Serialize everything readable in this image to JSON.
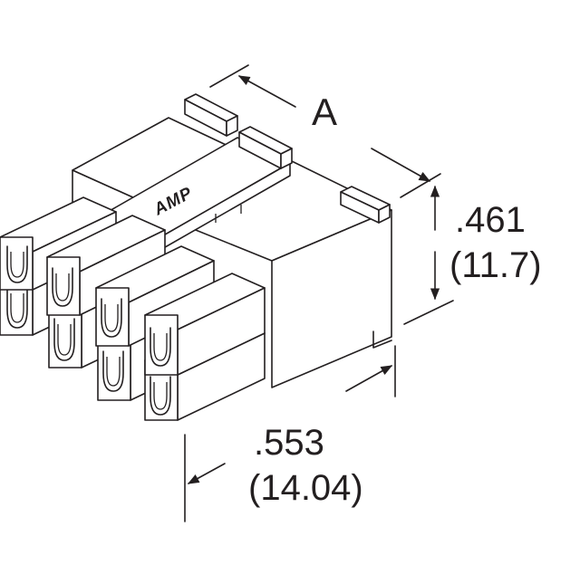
{
  "labels": {
    "dim_a": "A",
    "height_in": ".461",
    "height_mm": "(11.7)",
    "width_in": ".553",
    "width_mm": "(14.04)",
    "brand": "AMP"
  },
  "colors": {
    "line": "#231f20",
    "background": "#ffffff"
  }
}
